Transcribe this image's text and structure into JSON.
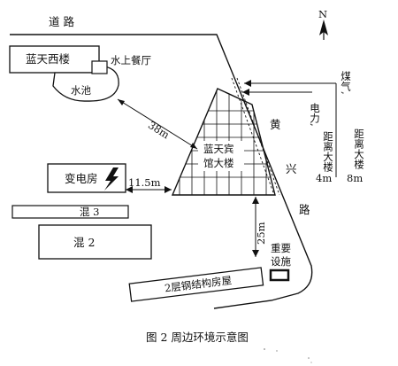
{
  "colors": {
    "ink": "#111111",
    "paper": "#ffffff",
    "dot": "#888888"
  },
  "labels": {
    "road_top": "道  路",
    "north": "N",
    "west_building": "蓝天西楼",
    "restaurant": "水上餐厅",
    "pond": "水池",
    "distance_38": "38m",
    "hotel_line1": "蓝天宾",
    "hotel_line2": "馆大楼",
    "substation": "变电房",
    "distance_11_5": "11.5m",
    "mix3": "混 3",
    "mix2": "混 2",
    "distance_25": "25m",
    "facility_line1": "重要",
    "facility_line2": "设施",
    "steel_house": "2层钢结构房屋",
    "road_huang": "黄",
    "road_xing": "兴",
    "road_lu": "路",
    "power_line1": "电力,",
    "power_line2": "距离大楼",
    "power_dist": "4m",
    "gas_line1": "煤气,",
    "gas_line2": "距离大楼",
    "gas_dist": "8m"
  },
  "caption": "图 2   周边环境示意图"
}
